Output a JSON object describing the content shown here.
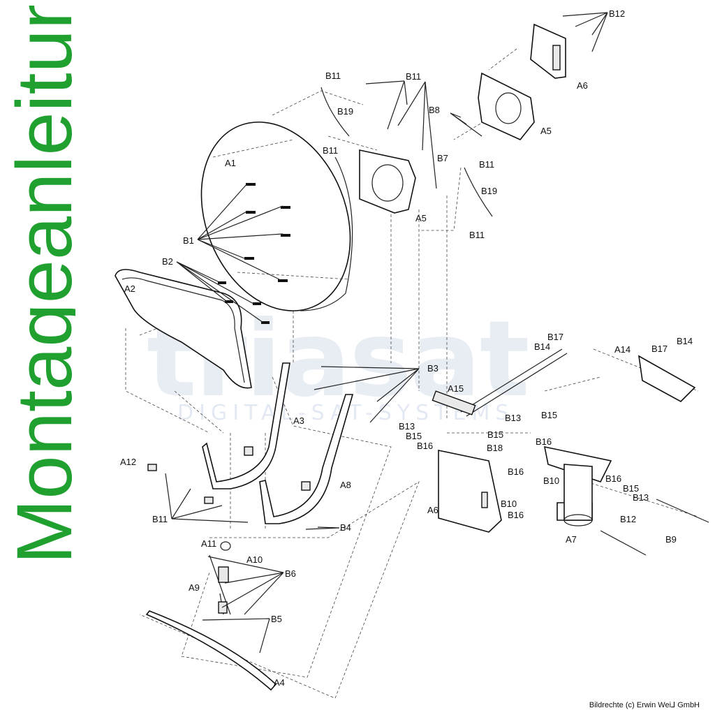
{
  "side_title": "Montageanleitung",
  "watermark": {
    "logo": "triasat",
    "tagline": "DIGITAL-SAT-SYSTEMS"
  },
  "credit": "Bildrechte (c) Erwin Wei⅃ GmbH",
  "labels": {
    "A1": "A1",
    "A2": "A2",
    "A3": "A3",
    "A4": "A4",
    "A5": "A5",
    "A5b": "A5",
    "A6": "A6",
    "A6b": "A6",
    "A7": "A7",
    "A8": "A8",
    "A9": "A9",
    "A10": "A10",
    "A11": "A11",
    "A12": "A12",
    "A14": "A14",
    "A15": "A15",
    "B1": "B1",
    "B2": "B2",
    "B3": "B3",
    "B4": "B4",
    "B5": "B5",
    "B6": "B6",
    "B7": "B7",
    "B8": "B8",
    "B9": "B9",
    "B10a": "B10",
    "B10b": "B10",
    "B11a": "B11",
    "B11b": "B11",
    "B11c": "B11",
    "B11d": "B11",
    "B11e": "B11",
    "B11f": "B11",
    "B12a": "B12",
    "B12b": "B12",
    "B13a": "B13",
    "B13b": "B13",
    "B13c": "B13",
    "B14a": "B14",
    "B14b": "B14",
    "B15a": "B15",
    "B15b": "B15",
    "B15c": "B15",
    "B15d": "B15",
    "B16a": "B16",
    "B16b": "B16",
    "B16c": "B16",
    "B16d": "B16",
    "B16e": "B16",
    "B17a": "B17",
    "B17b": "B17",
    "B18": "B18",
    "B19a": "B19",
    "B19b": "B19"
  }
}
